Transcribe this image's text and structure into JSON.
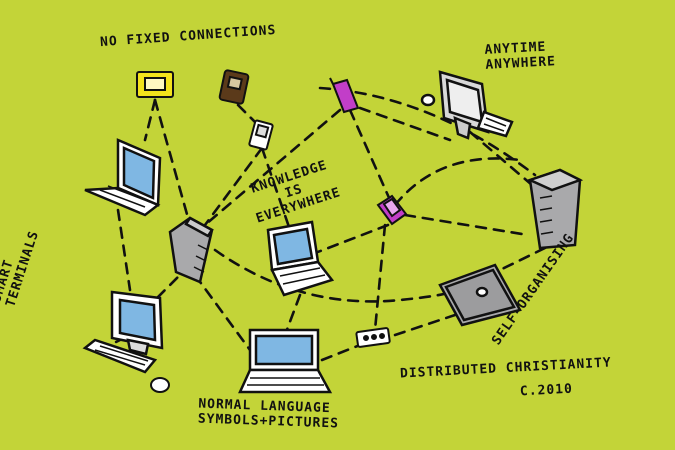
{
  "labels": {
    "no_fixed": "No fixed connections",
    "anytime_1": "Anytime",
    "anytime_2": "Anywhere",
    "knowledge_1": "Knowledge",
    "knowledge_2": "is",
    "knowledge_3": "everywhere",
    "smart_1": "Smart",
    "smart_2": "terminals",
    "self_org": "Self-organising",
    "distributed": "Distributed Christianity",
    "year": "c.2010",
    "normal_1": "Normal language",
    "normal_2": "symbols+pictures"
  },
  "colors": {
    "background": "#c3d438",
    "screen": "#7fb7e3",
    "yellow_device": "#f2e21c",
    "brown_device": "#5b3a1a",
    "magenta_device": "#c23ec8",
    "grey_device": "#a9a9ab",
    "ink": "#111111"
  },
  "icons": [
    "pager-icon",
    "mobile-phone-icon",
    "pda-icon",
    "laptop-icon",
    "server-tower-icon",
    "imac-computer-icon",
    "keyboard-icon",
    "mouse-icon",
    "flip-phone-icon",
    "handheld-device-icon"
  ]
}
